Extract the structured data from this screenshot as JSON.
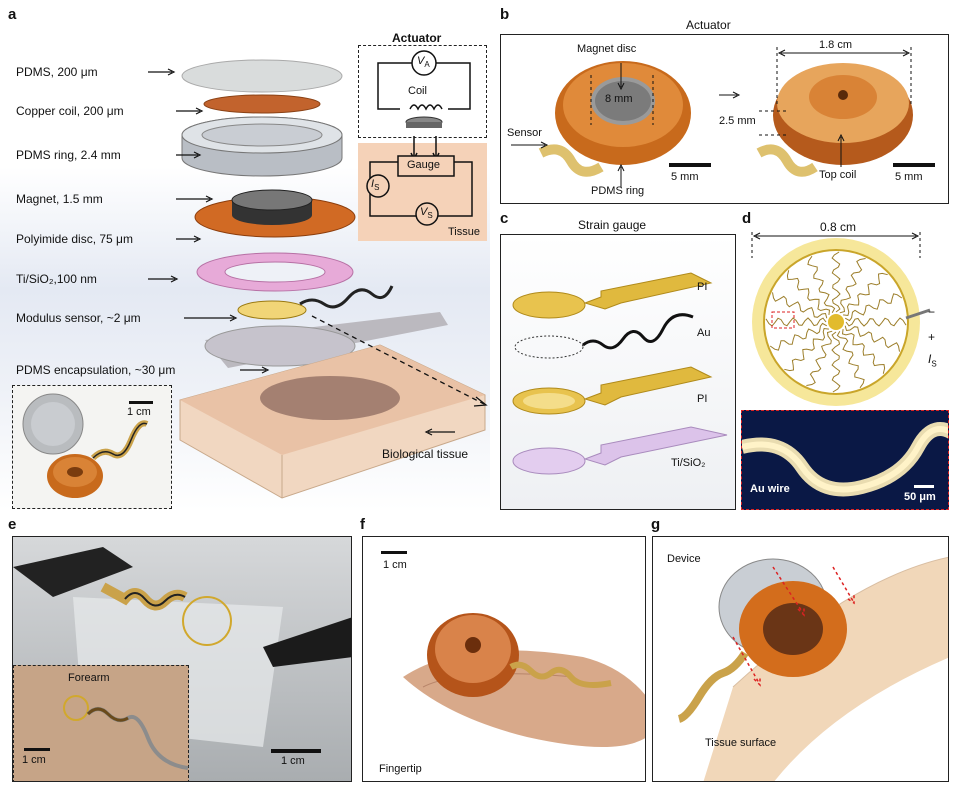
{
  "panels": {
    "a": "a",
    "b": "b",
    "c": "c",
    "d": "d",
    "e": "e",
    "f": "f",
    "g": "g"
  },
  "layers": [
    "PDMS,  200 μm",
    "Copper coil,  200 μm",
    "PDMS ring, 2.4 mm",
    "Magnet, 1.5 mm",
    "Polyimide disc, 75 μm",
    "Ti/SiO₂,100 nm",
    "Modulus sensor, ~2 μm",
    "PDMS encapsulation, ~30 μm"
  ],
  "a_extra": {
    "biological_tissue": "Biological tissue",
    "scale_coin": "1 cm"
  },
  "circuit": {
    "actuator_title": "Actuator",
    "va": "V",
    "va_sub": "A",
    "coil": "Coil",
    "gauge": "Gauge",
    "is": "I",
    "is_sub": "S",
    "vs": "V",
    "vs_sub": "S",
    "tissue": "Tissue"
  },
  "b": {
    "title": "Actuator",
    "magnet_disc": "Magnet disc",
    "mm8": "8 mm",
    "sensor": "Sensor",
    "pdms_ring": "PDMS ring",
    "scale1": "5 mm",
    "cm18": "1.8  cm",
    "mm25": "2.5  mm",
    "top_coil": "Top coil",
    "scale2": "5 mm"
  },
  "c": {
    "title": "Strain gauge",
    "pi1": "PI",
    "au": "Au",
    "pi2": "PI",
    "tisio": "Ti/SiO₂"
  },
  "d": {
    "cm08": "0.8  cm",
    "minus": "−",
    "plus": "+",
    "is": "I",
    "is_sub": "S",
    "au_wire": "Au wire",
    "scale": "50 μm"
  },
  "e": {
    "forearm": "Forearm",
    "scale1": "1 cm",
    "scale2": "1 cm"
  },
  "f": {
    "scale": "1 cm",
    "fingertip": "Fingertip"
  },
  "g": {
    "device": "Device",
    "tissue_surface": "Tissue surface"
  }
}
